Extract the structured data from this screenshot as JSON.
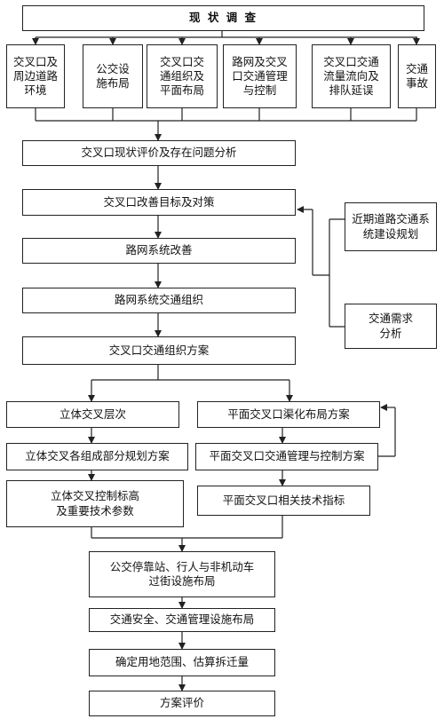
{
  "survey": {
    "title": "现 状 调 查",
    "items": [
      "交叉口及\n周边道路\n环境",
      "公交设\n施布局",
      "交叉口交\n通组织及\n平面布局",
      "路网及交叉\n口交通管理\n与控制",
      "交叉口交通\n流量流向及\n排队延误",
      "交通\n事故"
    ]
  },
  "analysis": "交叉口现状评价及存在问题分析",
  "goals": "交叉口改善目标及对策",
  "network_improve": "路网系统改善",
  "network_org": "路网系统交通组织",
  "org_plan": "交叉口交通组织方案",
  "side": {
    "planning": "近期道路交通系\n统建设规划",
    "demand": "交通需求\n分析"
  },
  "left": {
    "level": "立体交叉层次",
    "parts": "立体交叉各组成部分规划方案",
    "control": "立体交叉控制标高\n及重要技术参数"
  },
  "right": {
    "channel": "平面交叉口渠化布局方案",
    "mgmt": "平面交叉口交通管理与控制方案",
    "index": "平面交叉口相关技术指标"
  },
  "bottom": {
    "bus": "公交停靠站、行人与非机动车\n过街设施布局",
    "safety": "交通安全、交通管理设施布局",
    "land": "确定用地范围、估算拆迁量",
    "eval": "方案评价"
  }
}
